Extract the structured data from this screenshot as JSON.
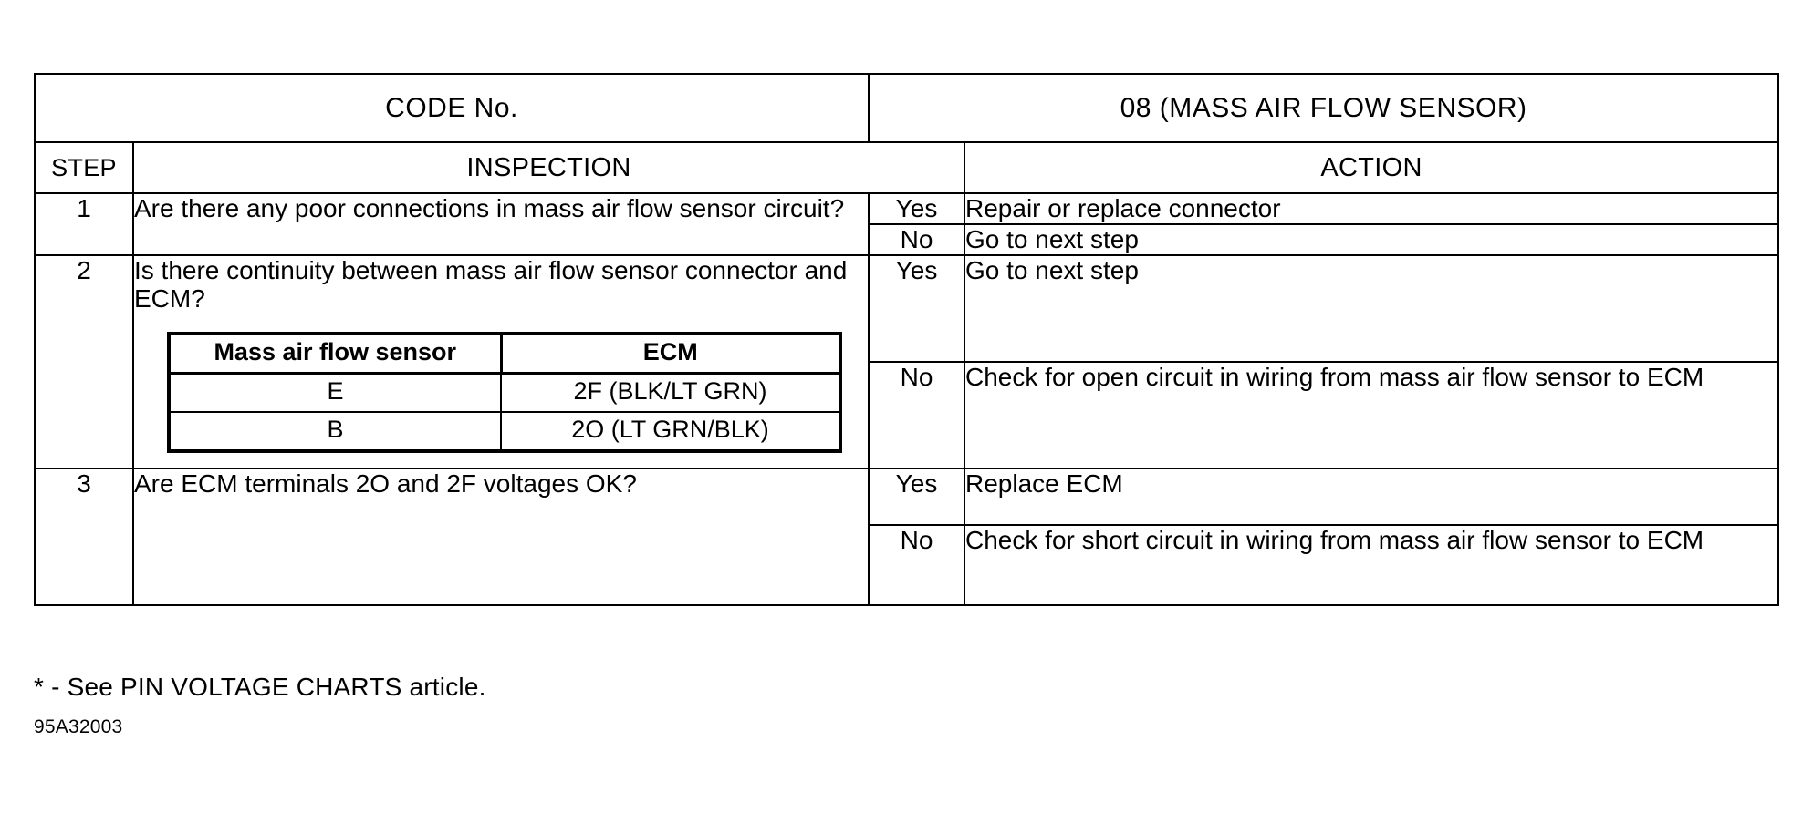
{
  "document": {
    "header": {
      "code_label": "CODE No.",
      "code_value": "08 (MASS AIR FLOW SENSOR)"
    },
    "columns": {
      "step": "STEP",
      "inspection": "INSPECTION",
      "action": "ACTION"
    },
    "steps": [
      {
        "number": "1",
        "inspection": "Are there any poor connections in mass air flow sensor circuit?",
        "outcomes": [
          {
            "answer": "Yes",
            "action": "Repair or replace connector"
          },
          {
            "answer": "No",
            "action": "Go to next step"
          }
        ]
      },
      {
        "number": "2",
        "inspection": "Is there continuity between mass air flow sensor connector and ECM?",
        "pin_table": {
          "headers": [
            "Mass air flow sensor",
            "ECM"
          ],
          "rows": [
            [
              "E",
              "2F (BLK/LT GRN)"
            ],
            [
              "B",
              "2O (LT GRN/BLK)"
            ]
          ]
        },
        "outcomes": [
          {
            "answer": "Yes",
            "action": "Go to next step"
          },
          {
            "answer": "No",
            "action": "Check for open circuit in wiring from mass air flow sensor to ECM"
          }
        ]
      },
      {
        "number": "3",
        "inspection": "Are ECM terminals 2O and 2F voltages OK?",
        "outcomes": [
          {
            "answer": "Yes",
            "action": "Replace ECM"
          },
          {
            "answer": "No",
            "action": "Check for short circuit in wiring from mass air flow sensor to ECM"
          }
        ]
      }
    ],
    "footnote": "* - See PIN VOLTAGE CHARTS article.",
    "doc_number": "95A32003",
    "colors": {
      "ink": "#000000",
      "paper": "#ffffff"
    }
  }
}
